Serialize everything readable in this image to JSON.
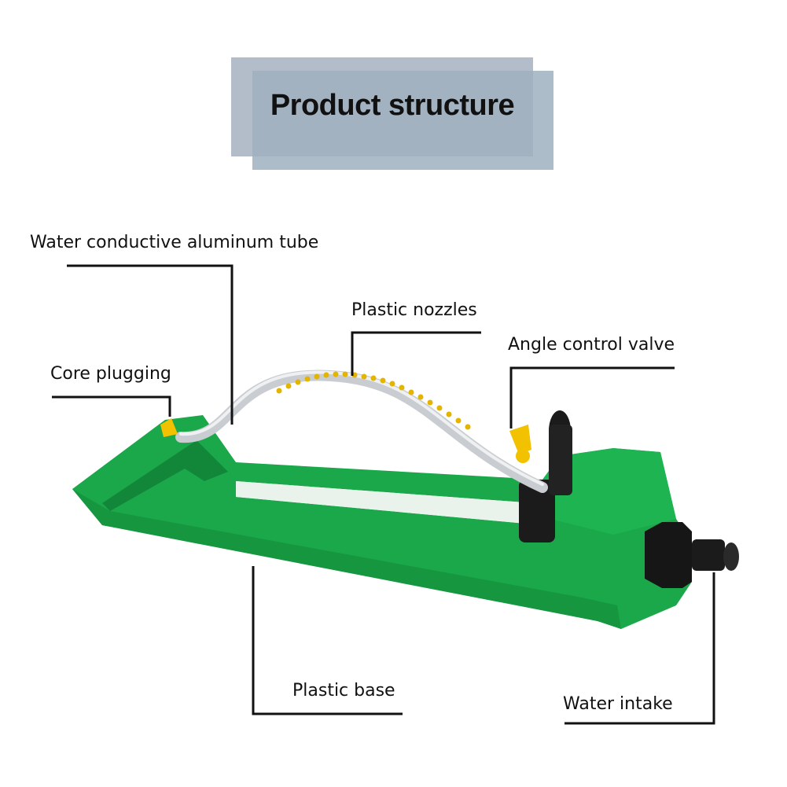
{
  "title": "Product structure",
  "labels": {
    "tube": "Water conductive aluminum tube",
    "nozzles": "Plastic nozzles",
    "valve": "Angle control valve",
    "plug": "Core plugging",
    "base": "Plastic base",
    "intake": "Water intake"
  },
  "colors": {
    "base_green": "#1aa84a",
    "base_dark_green": "#12873a",
    "nozzle_yellow": "#f2c200",
    "tube_silver": "#c9cdd2",
    "leader_line": "#111111",
    "title_box": "#9fb0c0"
  }
}
